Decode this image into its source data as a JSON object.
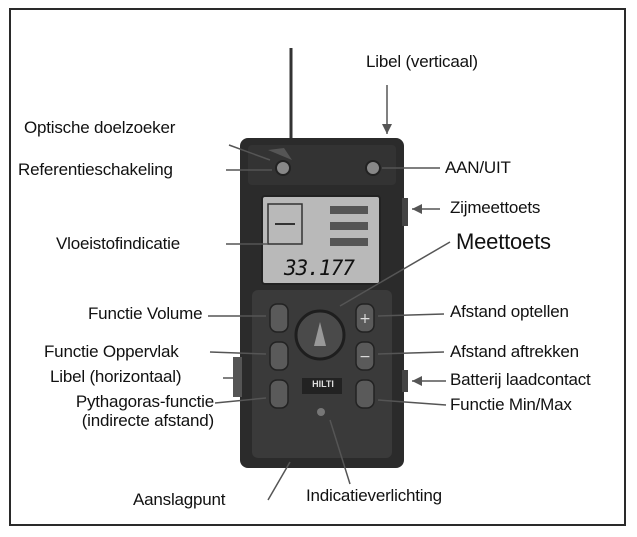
{
  "labels": {
    "optische_doelzoeker": "Optische doelzoeker",
    "referentieschakeling": "Referentieschakeling",
    "vloeistofindicatie": "Vloeistofindicatie",
    "functie_volume": "Functie Volume",
    "functie_oppervlak": "Functie Oppervlak",
    "libel_horizontaal": "Libel (horizontaal)",
    "pythagoras_line1": "Pythagoras-functie",
    "pythagoras_line2": "(indirecte afstand)",
    "aanslagpunt": "Aanslagpunt",
    "indicatieverlichting": "Indicatieverlichting",
    "libel_verticaal": "Libel (verticaal)",
    "aan_uit": "AAN/UIT",
    "zijmeettoets": "Zijmeettoets",
    "meettoets": "Meettoets",
    "afstand_optellen": "Afstand optellen",
    "afstand_aftrekken": "Afstand aftrekken",
    "batterij_laadcontact": "Batterij laadcontact",
    "functie_min_max": "Functie Min/Max"
  },
  "device": {
    "lcd_reading": "33.177",
    "brand_logo": "HILTI"
  },
  "colors": {
    "device_body": "#2b2b2b",
    "device_panel": "#3c3c3c",
    "lcd": "#b9b9b9",
    "button": "#5a5a5a",
    "leader_line": "#555555"
  }
}
